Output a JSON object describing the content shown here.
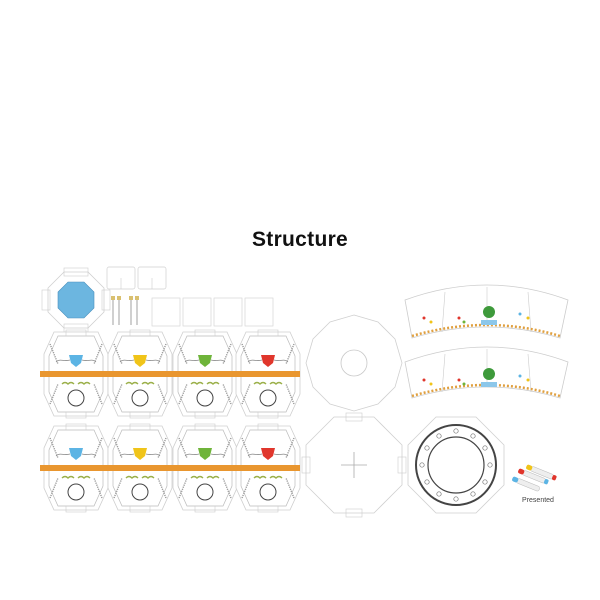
{
  "title": "Structure",
  "caption": "Presented",
  "colors": {
    "background": "#ffffff",
    "outline": "#c9c9c9",
    "dark_outline": "#555555",
    "octagon_fill": "#6cb6e0",
    "orange_band": "#e9962f",
    "leaf_green": "#9bb04a",
    "gem_blue": "#5cb4e4",
    "gem_yellow": "#f0c419",
    "gem_green": "#6fb43a",
    "gem_red": "#e0362c",
    "alien_green": "#3e9a3b",
    "pen_tan": "#d9c070"
  },
  "panels": {
    "row1_gems": [
      "blue",
      "yellow",
      "green",
      "red"
    ],
    "row2_gems": [
      "blue",
      "yellow",
      "green",
      "red"
    ]
  },
  "pens": [
    "blue",
    "red",
    "yellow"
  ]
}
